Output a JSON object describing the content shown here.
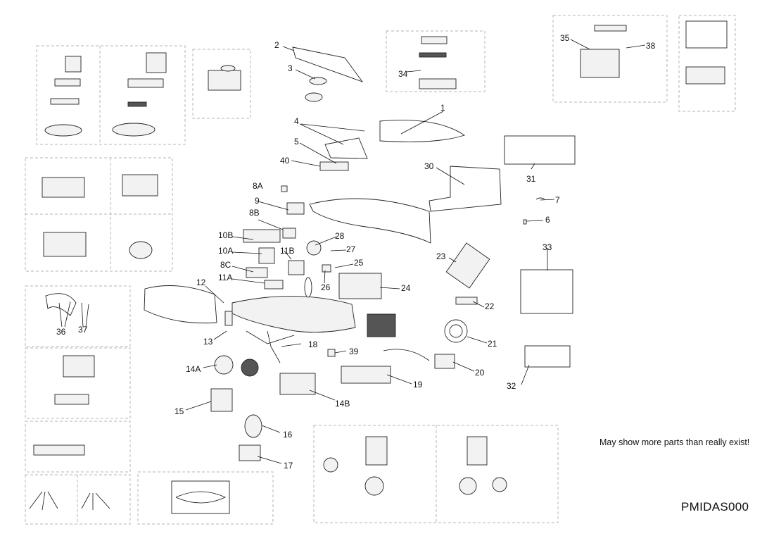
{
  "callouts": [
    {
      "id": "1",
      "label": "1"
    },
    {
      "id": "2",
      "label": "2"
    },
    {
      "id": "3",
      "label": "3"
    },
    {
      "id": "4",
      "label": "4"
    },
    {
      "id": "5",
      "label": "5"
    },
    {
      "id": "6",
      "label": "6"
    },
    {
      "id": "7",
      "label": "7"
    },
    {
      "id": "8A",
      "label": "8A"
    },
    {
      "id": "8B",
      "label": "8B"
    },
    {
      "id": "8C",
      "label": "8C"
    },
    {
      "id": "9",
      "label": "9"
    },
    {
      "id": "10A",
      "label": "10A"
    },
    {
      "id": "10B",
      "label": "10B"
    },
    {
      "id": "11A",
      "label": "11A"
    },
    {
      "id": "11B",
      "label": "11B"
    },
    {
      "id": "12",
      "label": "12"
    },
    {
      "id": "13",
      "label": "13"
    },
    {
      "id": "14A",
      "label": "14A"
    },
    {
      "id": "14B",
      "label": "14B"
    },
    {
      "id": "15",
      "label": "15"
    },
    {
      "id": "16",
      "label": "16"
    },
    {
      "id": "17",
      "label": "17"
    },
    {
      "id": "18",
      "label": "18"
    },
    {
      "id": "19",
      "label": "19"
    },
    {
      "id": "20",
      "label": "20"
    },
    {
      "id": "21",
      "label": "21"
    },
    {
      "id": "22",
      "label": "22"
    },
    {
      "id": "23",
      "label": "23"
    },
    {
      "id": "24",
      "label": "24"
    },
    {
      "id": "25",
      "label": "25"
    },
    {
      "id": "26",
      "label": "26"
    },
    {
      "id": "27",
      "label": "27"
    },
    {
      "id": "28",
      "label": "28"
    },
    {
      "id": "30",
      "label": "30"
    },
    {
      "id": "31",
      "label": "31"
    },
    {
      "id": "32",
      "label": "32"
    },
    {
      "id": "33",
      "label": "33"
    },
    {
      "id": "34",
      "label": "34"
    },
    {
      "id": "35",
      "label": "35"
    },
    {
      "id": "36",
      "label": "36"
    },
    {
      "id": "37",
      "label": "37"
    },
    {
      "id": "38",
      "label": "38"
    },
    {
      "id": "39",
      "label": "39"
    },
    {
      "id": "40",
      "label": "40"
    }
  ],
  "note": "May show more parts than really exist!",
  "diagram_code": "PMIDAS000"
}
